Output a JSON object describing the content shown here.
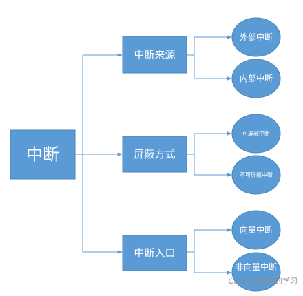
{
  "diagram": {
    "root": "中断",
    "branches": [
      {
        "label": "中断来源",
        "children": [
          "外部中断",
          "内部中断"
        ]
      },
      {
        "label": "屏蔽方式",
        "children": [
          "可屏蔽中断",
          "不可屏蔽中断"
        ]
      },
      {
        "label": "中断入口",
        "children": [
          "向量中断",
          "非向量中断"
        ]
      }
    ]
  },
  "watermark": "CSDN @快乐的学习",
  "colors": {
    "node_fill": "#5b9bd5",
    "node_text": "#ffffff",
    "connector": "#5b9bd5"
  }
}
